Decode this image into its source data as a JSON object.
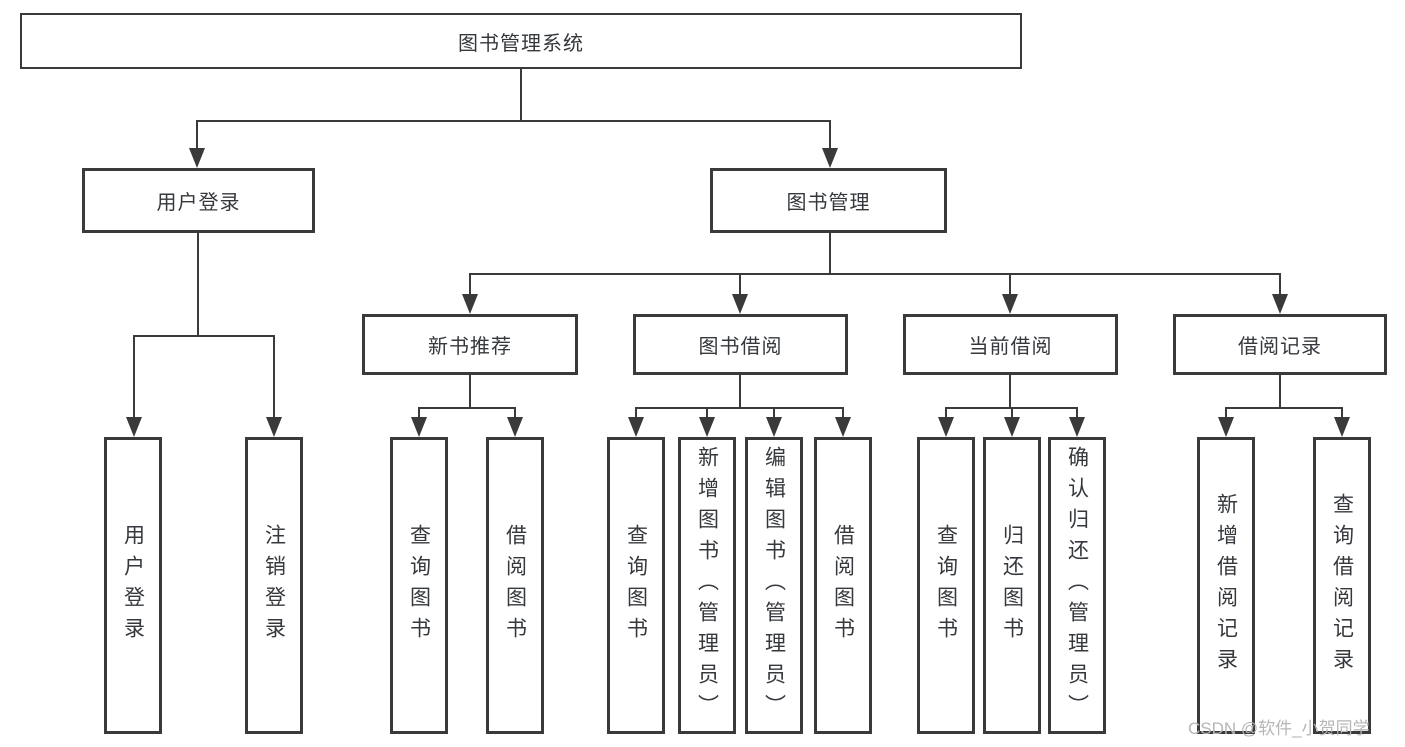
{
  "diagram": {
    "root": {
      "label": "图书管理系统"
    },
    "level2": [
      {
        "label": "用户登录"
      },
      {
        "label": "图书管理"
      }
    ],
    "level3": [
      {
        "label": "新书推荐"
      },
      {
        "label": "图书借阅"
      },
      {
        "label": "当前借阅"
      },
      {
        "label": "借阅记录"
      }
    ],
    "leaves": {
      "user_login": [
        "用户登录",
        "注销登录"
      ],
      "new_book": [
        "查询图书",
        "借阅图书"
      ],
      "book_borrow": [
        "查询图书",
        "新增图书（管理员）",
        "编辑图书（管理员）",
        "借阅图书"
      ],
      "current_borrow": [
        "查询图书",
        "归还图书",
        "确认归还（管理员）"
      ],
      "borrow_records": [
        "新增借阅记录",
        "查询借阅记录"
      ]
    },
    "watermark": "CSDN @软件_小贺同学",
    "colors": {
      "line": "#3a3a3a",
      "text": "#35383d",
      "watermark": "#b6b6b6",
      "background": "#ffffff"
    }
  }
}
